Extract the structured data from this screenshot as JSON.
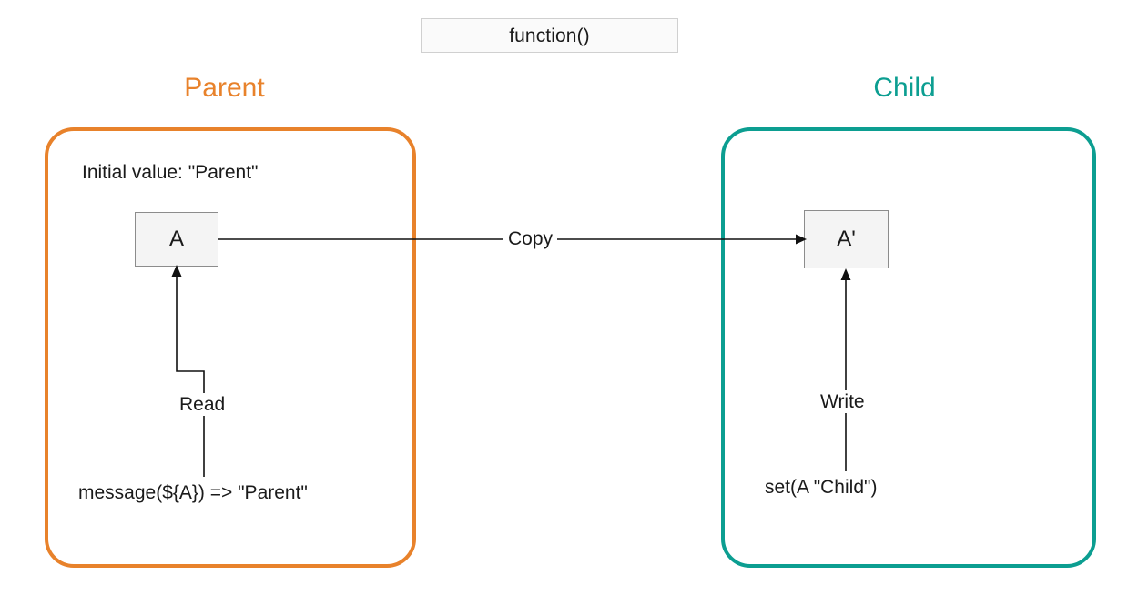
{
  "diagram": {
    "title_box": {
      "label": "function()"
    },
    "colors": {
      "parent_accent": "#E8822B",
      "child_accent": "#0C9E91",
      "box_fill": "#F4F4F4",
      "box_border": "#8C8C8C",
      "connector": "#111111",
      "text": "#1A1A1A",
      "fn_box_fill": "#FAFAFA",
      "fn_box_border": "#D0D0D0",
      "canvas": "#FFFFFF"
    },
    "parent": {
      "title": "Parent",
      "initial_value": "Initial value: \"Parent\"",
      "variable": "A",
      "expression": "message(${A})  =>  \"Parent\"",
      "edge_label": "Read"
    },
    "child": {
      "title": "Child",
      "variable": "A'",
      "expression": "set(A \"Child\")",
      "edge_label": "Write"
    },
    "edges": {
      "copy": "Copy"
    }
  }
}
